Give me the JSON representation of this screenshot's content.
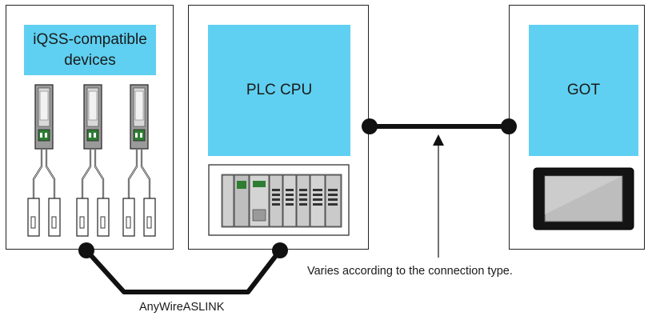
{
  "panels": {
    "devices": {
      "title_line1": "iQSS-compatible",
      "title_line2": "devices"
    },
    "plc": {
      "title": "PLC CPU"
    },
    "got": {
      "title": "GOT"
    }
  },
  "labels": {
    "anywire": "AnyWireASLINK",
    "connection_note": "Varies according to the connection type."
  },
  "colors": {
    "accent_blue": "#5fd0f1",
    "line": "#111111",
    "device_gray": "#8c8c8c",
    "device_green": "#2e7d32",
    "screen_gray": "#bdbdbd"
  },
  "icons": [
    "sensor-device-icon",
    "sensor-probe-icon",
    "plc-module-rack-icon",
    "got-display-icon"
  ]
}
